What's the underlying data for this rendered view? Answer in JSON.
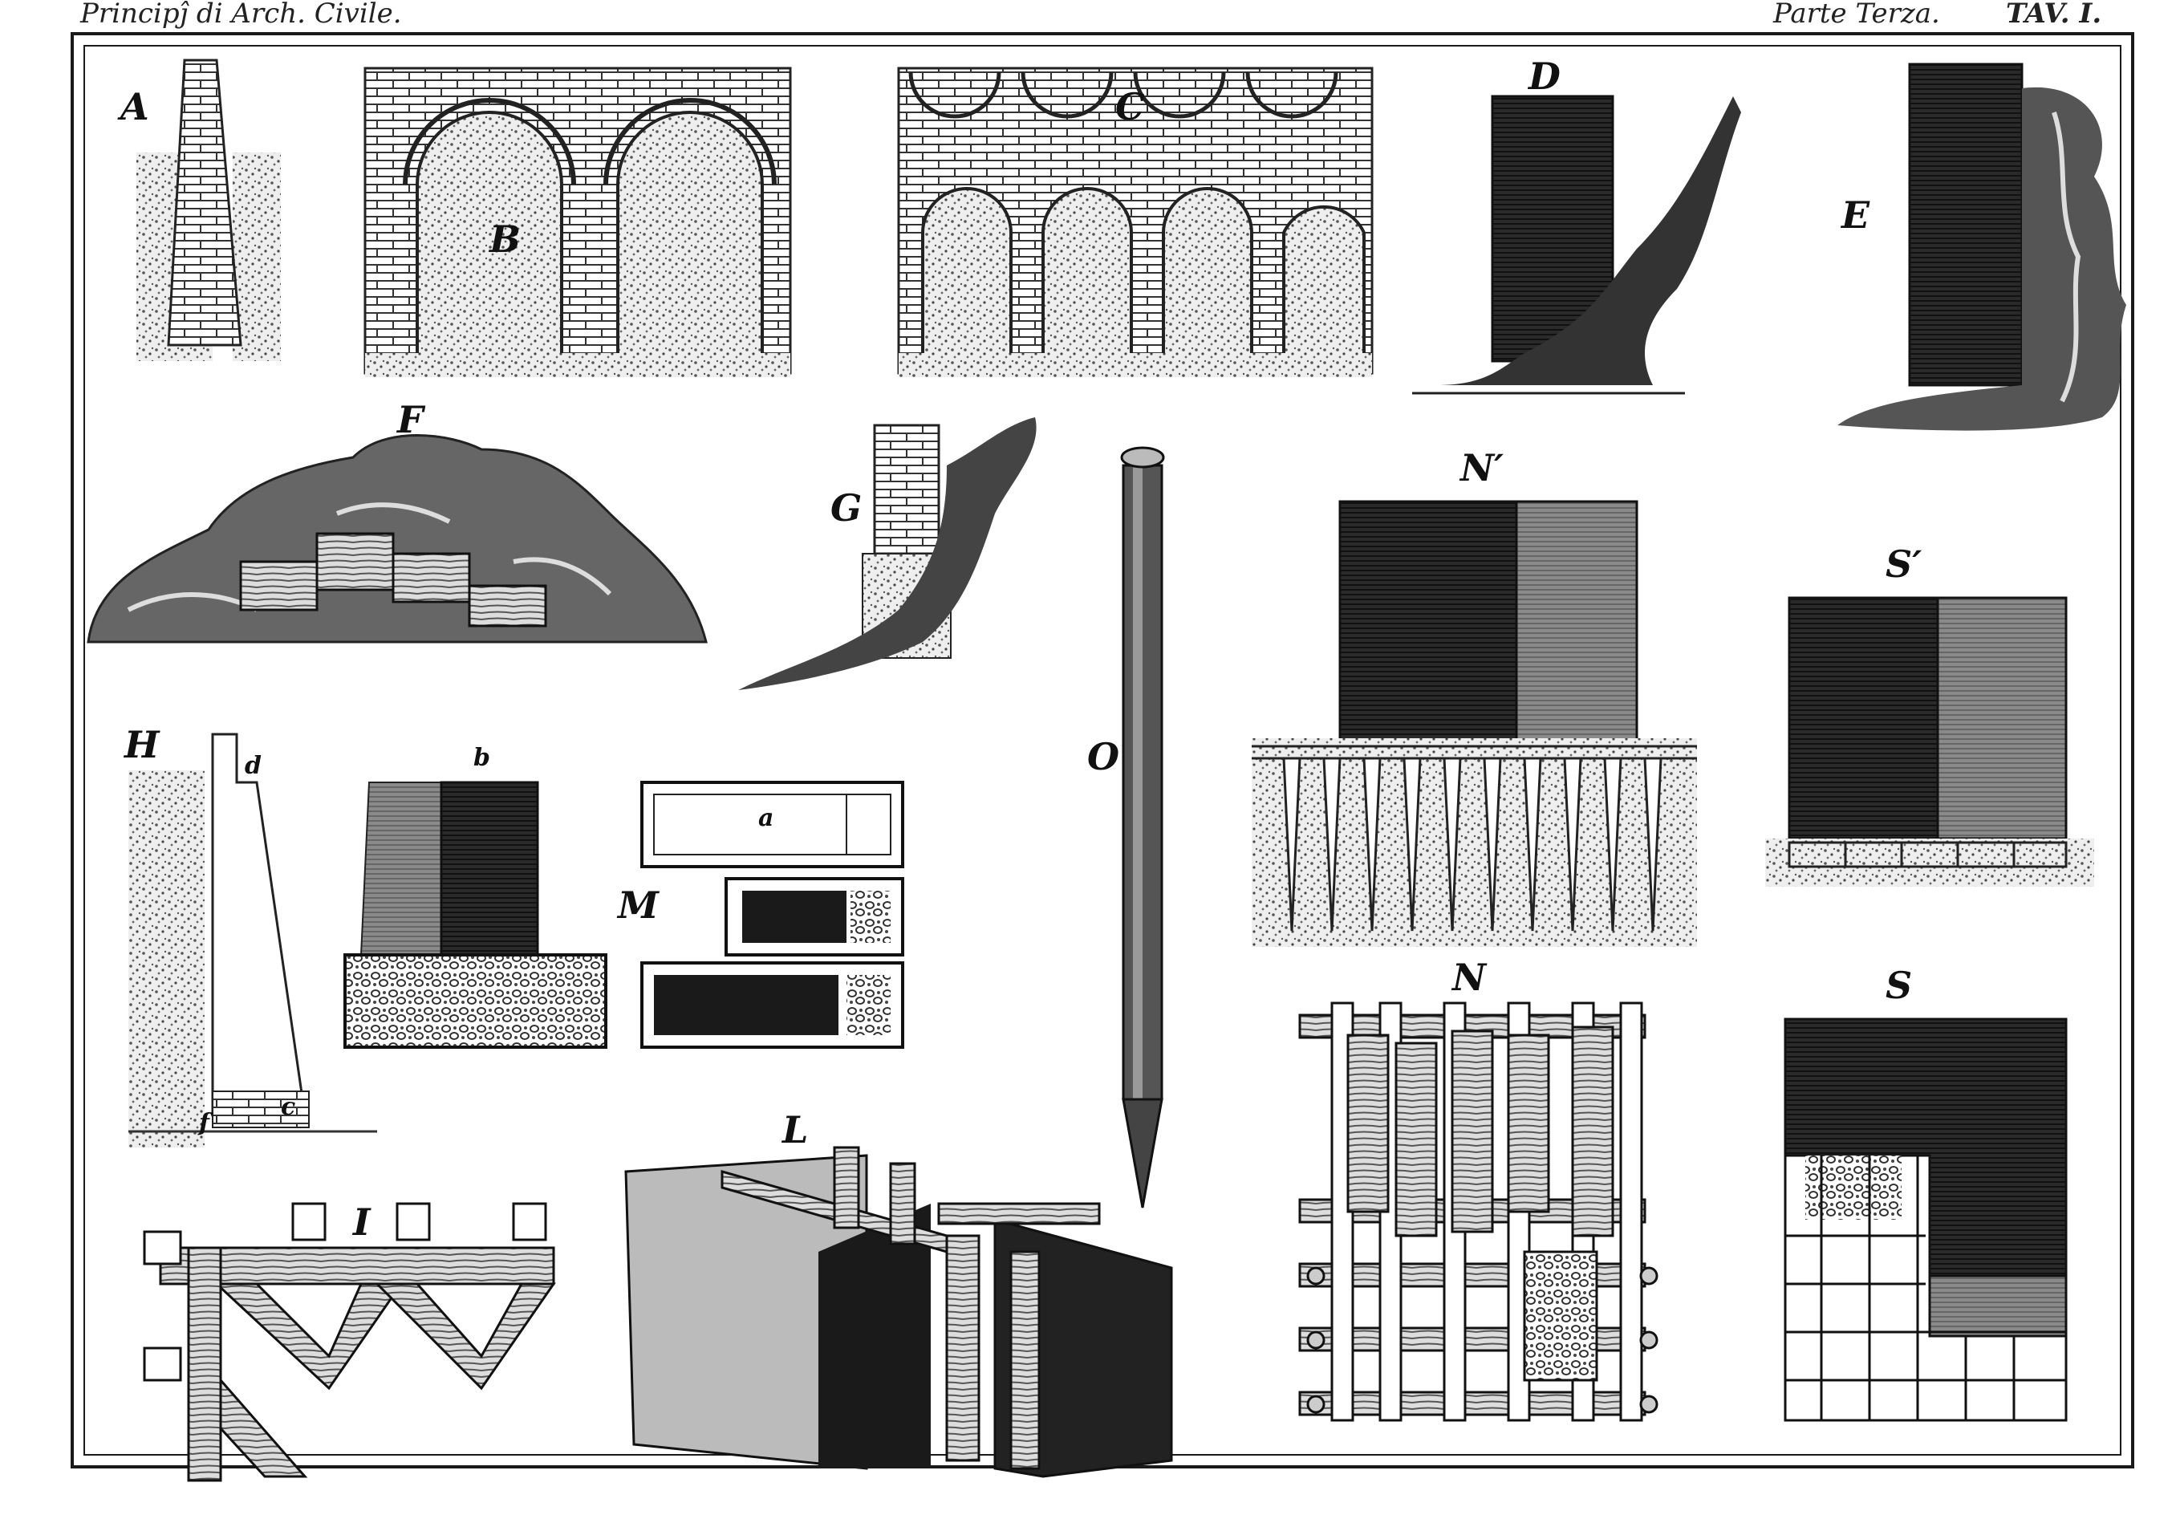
{
  "header": {
    "left": "Principĵ di Arch. Civile.",
    "middle": "Parte Terza.",
    "right": "TAV. I."
  },
  "figures": {
    "A": "A",
    "B": "B",
    "C": "C",
    "D": "D",
    "E": "E",
    "F": "F",
    "G": "G",
    "H": "H",
    "I": "I",
    "L": "L",
    "M": "M",
    "N": "N",
    "N_prime": "N′",
    "O": "O",
    "S": "S",
    "S_prime": "S′"
  },
  "sub_labels": {
    "a": "a",
    "b": "b",
    "c": "c",
    "d": "d",
    "f": "f"
  },
  "colors": {
    "ink": "#111111",
    "paper": "#ffffff",
    "hatch": "#555555"
  }
}
